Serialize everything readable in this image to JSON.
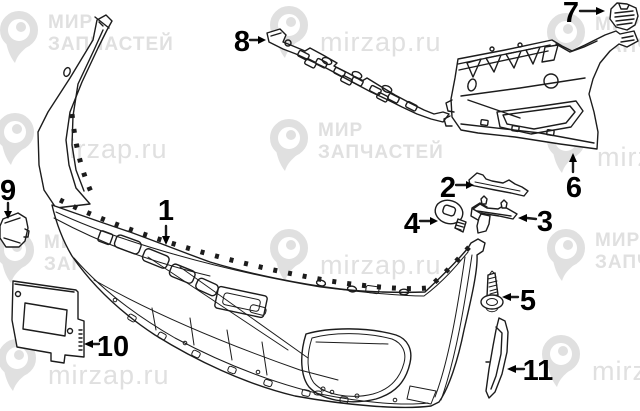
{
  "page": {
    "background": "#ffffff",
    "line_color": "#1c1c1c"
  },
  "watermark": {
    "color": "#e0e0e0",
    "brand_line1": "МИР",
    "brand_line2": "ЗАПЧАСТЕЙ",
    "site": "mirzap.ru"
  },
  "diagram": {
    "kind": "exploded-parts-diagram",
    "subject": "front-bumper-assembly",
    "callouts": [
      {
        "label": "1",
        "part": "bumper-cover"
      },
      {
        "label": "2",
        "part": "upper-molding"
      },
      {
        "label": "3",
        "part": "upper-bracket"
      },
      {
        "label": "4",
        "part": "grommet-nut"
      },
      {
        "label": "5",
        "part": "screw"
      },
      {
        "label": "6",
        "part": "side-support-bracket"
      },
      {
        "label": "7",
        "part": "retainer-clip"
      },
      {
        "label": "8",
        "part": "energy-absorber"
      },
      {
        "label": "9",
        "part": "access-cover"
      },
      {
        "label": "10",
        "part": "license-plate-bracket"
      },
      {
        "label": "11",
        "part": "lower-side-molding"
      }
    ]
  }
}
